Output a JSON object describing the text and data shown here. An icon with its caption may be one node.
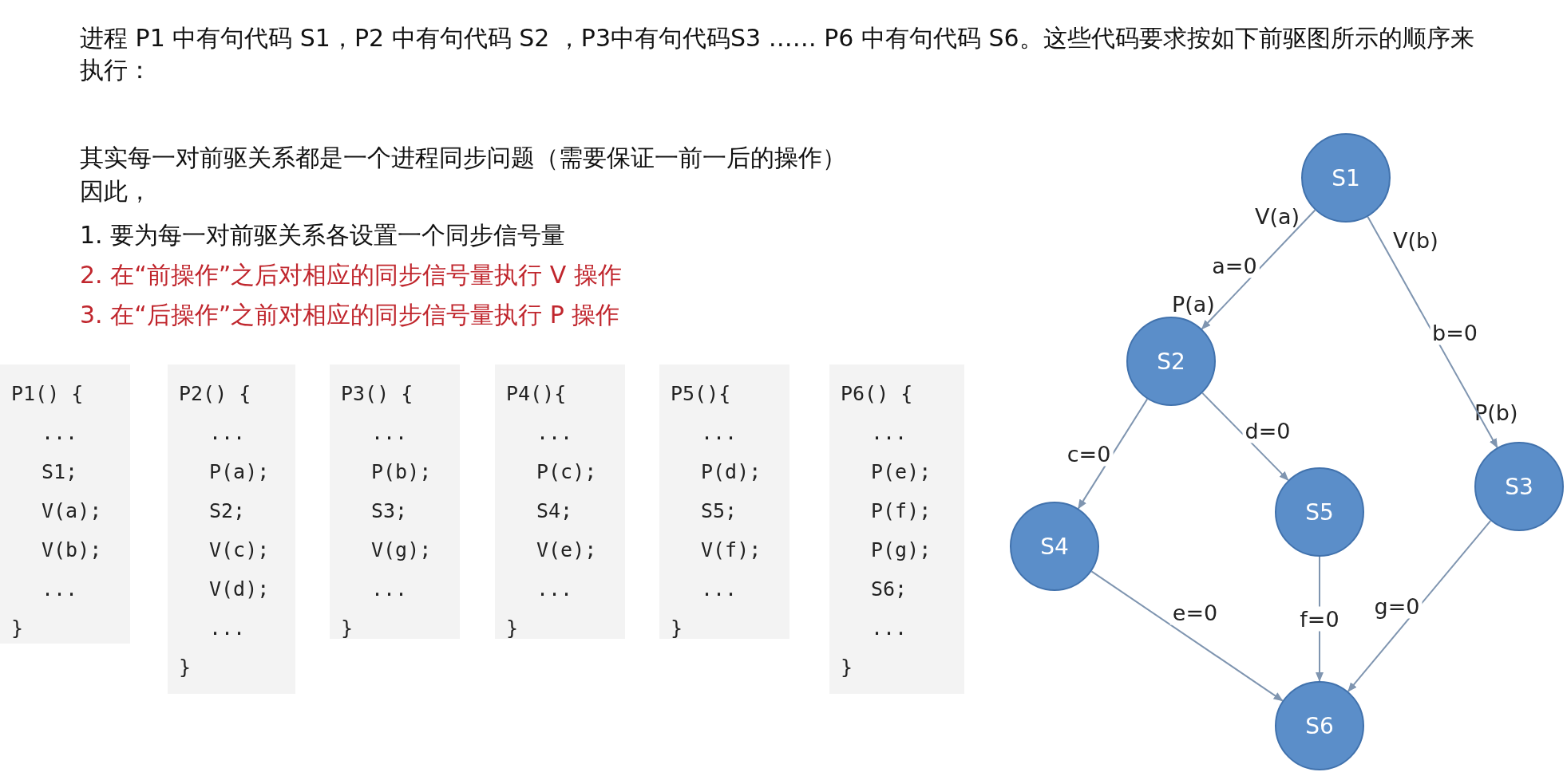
{
  "diagram": {
    "nodes": [
      {
        "text": [
          "P1() {",
          "...",
          "S1;",
          "V(a);",
          "V(b);",
          "...",
          "}"
        ]
      },
      {
        "text": [
          "P2() {",
          "...",
          "P(a);",
          "S2;",
          "V(c);",
          "V(d);",
          "...",
          "}"
        ]
      },
      {
        "text": [
          "P3() {",
          "...",
          "P(b);",
          "S3;",
          "V(g);",
          "...",
          "}"
        ]
      },
      {
        "text": [
          "P4(){",
          "...",
          "P(c);",
          "S4;",
          "V(e);",
          "...",
          "}"
        ]
      },
      {
        "text": [
          "P5(){",
          "...",
          "P(d);",
          "S5;",
          "V(f);",
          "...",
          "}"
        ]
      },
      {
        "text": [
          "P6() {",
          "...",
          "P(e);",
          "P(f);",
          "P(g);",
          "S6;",
          "...",
          "}"
        ]
      },
      {
        "text": [
          "S1"
        ]
      },
      {
        "text": [
          "S2"
        ]
      },
      {
        "text": [
          "S3"
        ]
      },
      {
        "text": [
          "S4"
        ]
      },
      {
        "text": [
          "S5"
        ]
      },
      {
        "text": [
          "S6"
        ]
      }
    ],
    "edges": [
      {
        "from": 6,
        "to": 7,
        "arrow": "to",
        "label": "a=0"
      },
      {
        "from": 6,
        "to": 8,
        "arrow": "to",
        "label": "b=0"
      },
      {
        "from": 7,
        "to": 9,
        "arrow": "to",
        "label": "c=0"
      },
      {
        "from": 7,
        "to": 10,
        "arrow": "to",
        "label": "d=0"
      },
      {
        "from": 9,
        "to": 11,
        "arrow": "to",
        "label": "e=0"
      },
      {
        "from": 10,
        "to": 11,
        "arrow": "to",
        "label": "f=0"
      },
      {
        "from": 8,
        "to": 11,
        "arrow": "to",
        "label": "g=0"
      }
    ],
    "labels": [
      "进程 P1 中有句代码 S1，P2 中有句代码 S2 ，P3中有句代码S3 …… P6 中有句代码 S6。这些代码要求按如下前驱图所示的顺序来执行：",
      "其实每一对前驱关系都是一个进程同步问题（需要保证一前一后的操作）",
      "因此，",
      "1. 要为每一对前驱关系各设置一个同步信号量",
      "2. 在“前操作”之后对相应的同步信号量执行 V 操作",
      "3. 在“后操作”之前对相应的同步信号量执行 P 操作",
      "V(a)",
      "V(b)",
      "P(a)",
      "P(b)"
    ]
  }
}
